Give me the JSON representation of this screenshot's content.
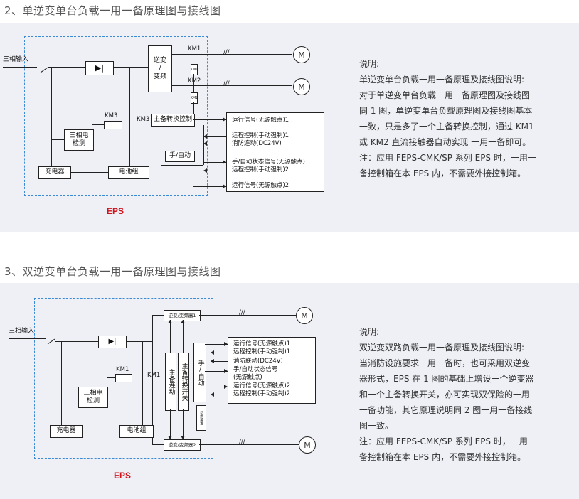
{
  "section1": {
    "heading": "2、单逆变单台负载一用一备原理图与接线图",
    "diagram": {
      "input_label": "三相输入",
      "inverter_label": "逆变\n/\n变频",
      "km1": "KM1",
      "km2": "KM2",
      "km3": "KM3",
      "km3_small": "KM3",
      "km1_small": "KM1",
      "km2_small": "KM2",
      "main_switch": "主备转换控制",
      "detect": "三相电\n检测",
      "charger": "充电器",
      "battery": "电池组",
      "manual_auto": "手/自动",
      "motor": "M",
      "eps": "EPS",
      "signals": [
        "运行信号(无源触点)1",
        "远程控制(手动强制)1",
        "消防连动(DC24V)",
        "手/自动状态信号(无源触点)",
        "远程控制(手动强制)2",
        "运行信号(无源触点)2"
      ]
    },
    "description": [
      "说明:",
      "单逆变单台负载一用一备原理及接线图说明:",
      "对于单逆变单台负载一用一备原理图及接线图",
      "同 1 图，单逆变单台负载原理图及接线图基本",
      "一致，只是多了一个主备转换控制，通过 KM1",
      "或 KM2 直流接触器自动实现 一用一备即可。",
      "注：应用 FEPS-CMK/SP 系列 EPS 时，一用一",
      "备控制箱在本 EPS 内，不需要外接控制箱。"
    ]
  },
  "section2": {
    "heading": "3、双逆变单台负载一用一备原理图与接线图",
    "diagram": {
      "input_label": "三相输入",
      "inverter1": "逆变/变频器1",
      "inverter2": "逆变/变频器2",
      "km1": "KM1",
      "km1b": "KM1",
      "main_link": "主备连动",
      "main_switch": "主备转换开关",
      "manual_auto": "手/自动",
      "fire_switch": "切换装置",
      "detect": "三相电\n检测",
      "charger": "充电器",
      "battery": "电池组",
      "motor": "M",
      "eps": "EPS",
      "signals": [
        "运行信号(无源触点)1",
        "远程控制(手动强制)1",
        "消防联动(DC24V)",
        "手/自动状态信号",
        "(无源触点)",
        "运行信号(无源触点)2",
        "远程控制(手动强制)2"
      ]
    },
    "description": [
      "说明:",
      "双逆变双路负载一用一备原理及接线图说明:",
      "当消防设施要求一用一备时，也可采用双逆变",
      "器形式，EPS 在 1 图的基础上增设一个逆变器",
      "和一个主备转换开关，亦可实现双保险的一用",
      "一备功能，其它原理说明同 2 图一用一备接线",
      "图一致。",
      "注：应用 FEPS-CMK/SP 系列 EPS 时，一用一",
      "备控制箱在本 EPS 内，不需要外接控制箱。"
    ]
  }
}
